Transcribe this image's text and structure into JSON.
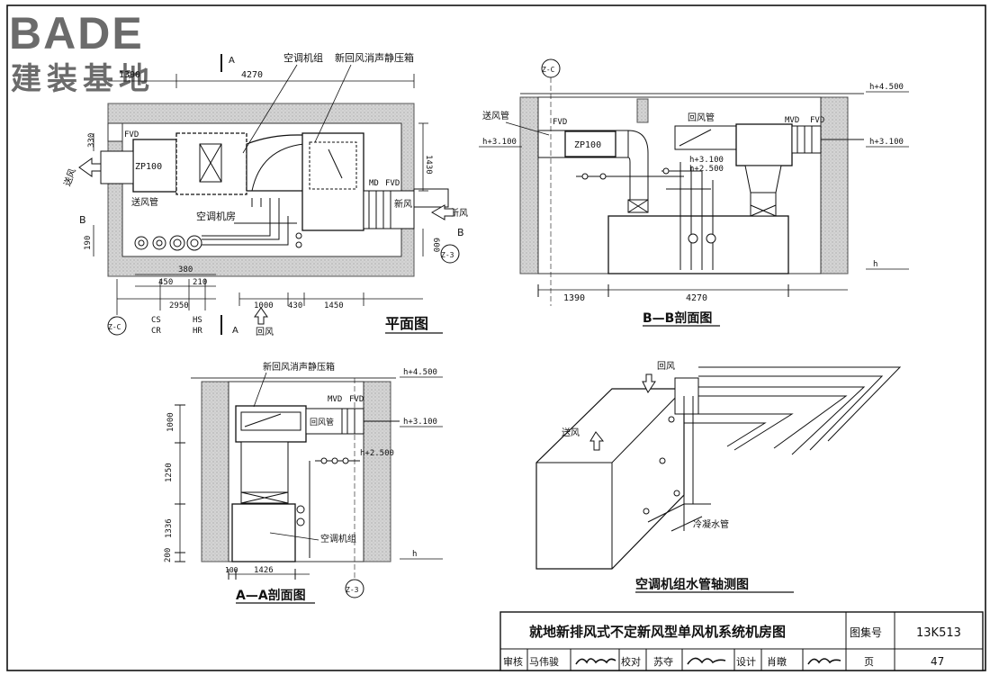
{
  "logo": {
    "brand": "BADE",
    "subtitle": "建装基地",
    "brand_color": "#6b6b6b"
  },
  "plan": {
    "title": "平面图",
    "labels": {
      "ahu": "空调机组",
      "plenum": "新回风消声静压箱",
      "supply_duct": "送风管",
      "supply_air": "送风",
      "room": "空调机房",
      "fresh_air": "新风",
      "return_air": "回风",
      "fvd": "FVD",
      "md": "MD",
      "zp": "ZP100"
    },
    "dims": {
      "d1390": "1390",
      "d4270": "4270",
      "d330": "330",
      "d1430": "1430",
      "d190": "190",
      "d600": "600",
      "d380": "380",
      "d450": "450",
      "d210": "210",
      "d2950": "2950",
      "d1000": "1000",
      "d430": "430",
      "d1450": "1450"
    },
    "tags": {
      "cs": "CS",
      "cr": "CR",
      "hs": "HS",
      "hr": "HR"
    },
    "axes": {
      "c": "Z-C",
      "three": "Z-3"
    },
    "section_marks": {
      "a": "A",
      "b": "B"
    }
  },
  "bb": {
    "title": "B—B剖面图",
    "labels": {
      "supply_duct": "送风管",
      "return_duct": "回风管",
      "zp": "ZP100",
      "fvd": "FVD",
      "mvd": "MVD"
    },
    "elevations": {
      "e1": "h+4.500",
      "e2": "h+3.100",
      "e3": "h+3.100",
      "e4": "h+3.100",
      "e5": "h+2.500",
      "e6": "h"
    },
    "dims": {
      "d1390": "1390",
      "d4270": "4270"
    },
    "axis": "Z-C"
  },
  "aa": {
    "title": "A—A剖面图",
    "labels": {
      "plenum": "新回风消声静压箱",
      "mvd": "MVD",
      "fvd": "FVD",
      "return_duct": "回风管",
      "ahu": "空调机组"
    },
    "elevations": {
      "e1": "h+4.500",
      "e2": "h+3.100",
      "e3": "h+2.500",
      "e4": "h"
    },
    "dims": {
      "d1000": "1000",
      "d1250": "1250",
      "d1336": "1336",
      "d200": "200",
      "d100": "100",
      "d1426": "1426"
    },
    "axis": "Z-3"
  },
  "iso": {
    "title": "空调机组水管轴测图",
    "labels": {
      "return_air": "回风",
      "supply_air": "送风",
      "condensate": "冷凝水管"
    }
  },
  "title_block": {
    "drawing_title": "就地新排风式不定新风型单风机系统机房图",
    "atlas_label": "图集号",
    "atlas_no": "13K513",
    "review_label": "审核",
    "reviewer": "马伟骏",
    "check_label": "校对",
    "checker": "苏夺",
    "design_label": "设计",
    "designer": "肖暾",
    "page_label": "页",
    "page_no": "47"
  }
}
